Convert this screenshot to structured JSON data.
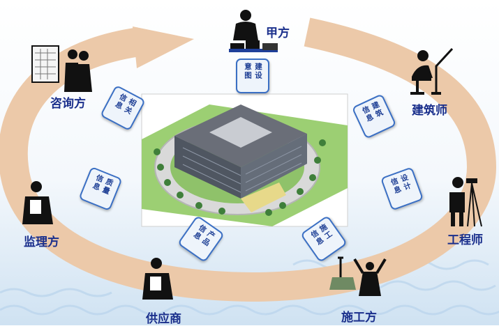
{
  "roles": {
    "owner": "甲方",
    "architect": "建筑师",
    "engineer": "工程师",
    "contractor": "施工方",
    "supplier": "供应商",
    "supervisor": "监理方",
    "consultant": "咨询方"
  },
  "info_cards": {
    "design_intent": [
      "建设",
      "意图"
    ],
    "building_info": [
      "建筑",
      "信息"
    ],
    "design_info": [
      "设计",
      "信息"
    ],
    "construction_info": [
      "施工",
      "信息"
    ],
    "product_info": [
      "产品",
      "信息"
    ],
    "quality_info": [
      "质量",
      "信息"
    ],
    "related_info": [
      "相关",
      "信息"
    ]
  },
  "colors": {
    "arrow": "#ecc9a9",
    "role_text": "#1a2f8c",
    "card_border": "#3a6fc4",
    "card_text": "#1e3f95"
  },
  "icons": [
    "owner-figure-icon",
    "architect-figure-icon",
    "engineer-surveyor-icon",
    "crane-worker-icon",
    "supplier-worker-icon",
    "supervisor-worker-icon",
    "consultant-figure-icon",
    "building-3d-image"
  ]
}
